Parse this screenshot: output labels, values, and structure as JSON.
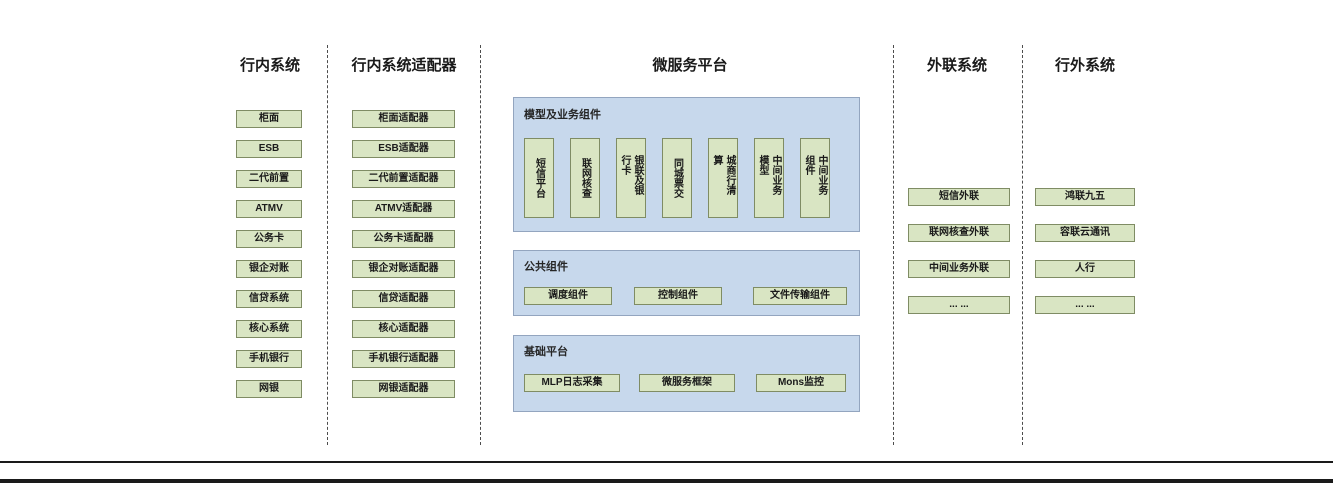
{
  "headers": {
    "inbank": "行内系统",
    "adapters": "行内系统适配器",
    "platform": "微服务平台",
    "external": "外联系统",
    "outbank": "行外系统"
  },
  "inbank": {
    "items": [
      "柜面",
      "ESB",
      "二代前置",
      "ATMV",
      "公务卡",
      "银企对账",
      "信贷系统",
      "核心系统",
      "手机银行",
      "网银"
    ]
  },
  "adapters": {
    "items": [
      "柜面适配器",
      "ESB适配器",
      "二代前置适配器",
      "ATMV适配器",
      "公务卡适配器",
      "银企对账适配器",
      "信贷适配器",
      "核心适配器",
      "手机银行适配器",
      "网银适配器"
    ]
  },
  "platform": {
    "model_group": {
      "title": "模型及业务组件",
      "items": [
        "短信平台",
        "联网核查",
        "银联及银行卡",
        "同城票交",
        "城商行清算",
        "中间业务模型",
        "中间业务组件"
      ]
    },
    "common_group": {
      "title": "公共组件",
      "items": [
        "调度组件",
        "控制组件",
        "文件传输组件"
      ]
    },
    "base_group": {
      "title": "基础平台",
      "items": [
        "MLP日志采集",
        "微服务框架",
        "Mons监控"
      ]
    }
  },
  "external": {
    "items": [
      "短信外联",
      "联网核查外联",
      "中间业务外联",
      "... ..."
    ]
  },
  "outbank": {
    "items": [
      "鸿联九五",
      "容联云通讯",
      "人行",
      "... ..."
    ]
  },
  "colors": {
    "green_fill": "#d9e5c3",
    "green_border": "#7f8c64",
    "blue_fill": "#c7d8ec",
    "blue_border": "#93a5bf"
  }
}
